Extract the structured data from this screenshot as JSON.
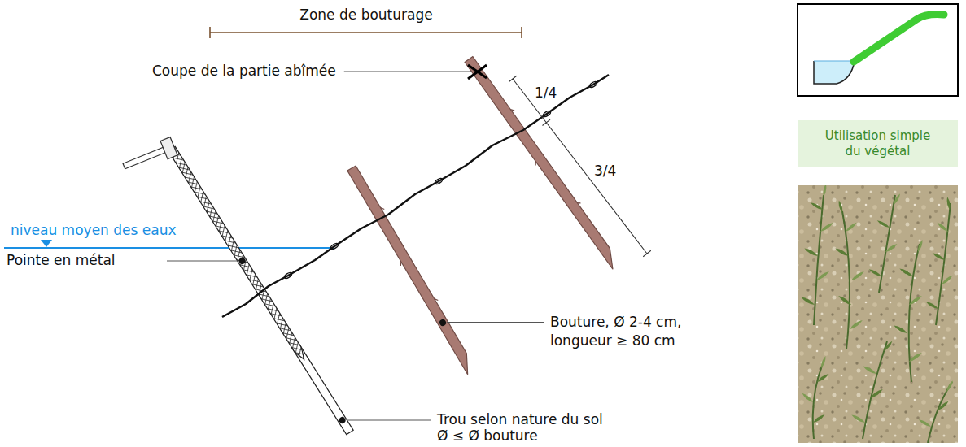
{
  "diagram": {
    "nodes": [
      {
        "text": [
          "Utilisation simple du végétal"
        ]
      }
    ],
    "labels": [
      "Zone de bouturage",
      "Coupe de la partie abîmée",
      "1/4",
      "3/4",
      "niveau moyen des eaux",
      "Pointe en métal",
      "Bouture, Ø 2-4 cm, longueur ≥ 80 cm",
      "Trou selon nature du sol Ø ≤ Ø bouture"
    ]
  }
}
